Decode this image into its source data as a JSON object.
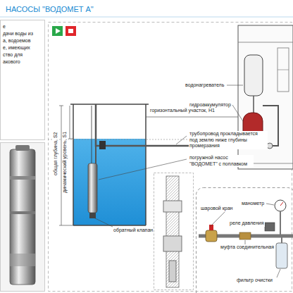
{
  "diagram": {
    "title": "НАСОСЫ \"ВОДОМЕТ А\"",
    "labels": [
      "е",
      "дачи воды из",
      "а, водоемов",
      "е, имеющих",
      "ство для",
      "акового",
      "горизонтальный участок, H1",
      "водонагреватель",
      "гидроаккумулятор",
      "трубопровод прокладывается под землю ниже глубины промерзания",
      "погружной насос \"ВОДОМЕТ\" с поплавком",
      "общая глубина, S2",
      "динамический уровень, S1",
      "обратный клапан",
      "манометр",
      "шаровой кран",
      "реле давления",
      "муфта соединительная",
      "фильтр очистки"
    ]
  }
}
